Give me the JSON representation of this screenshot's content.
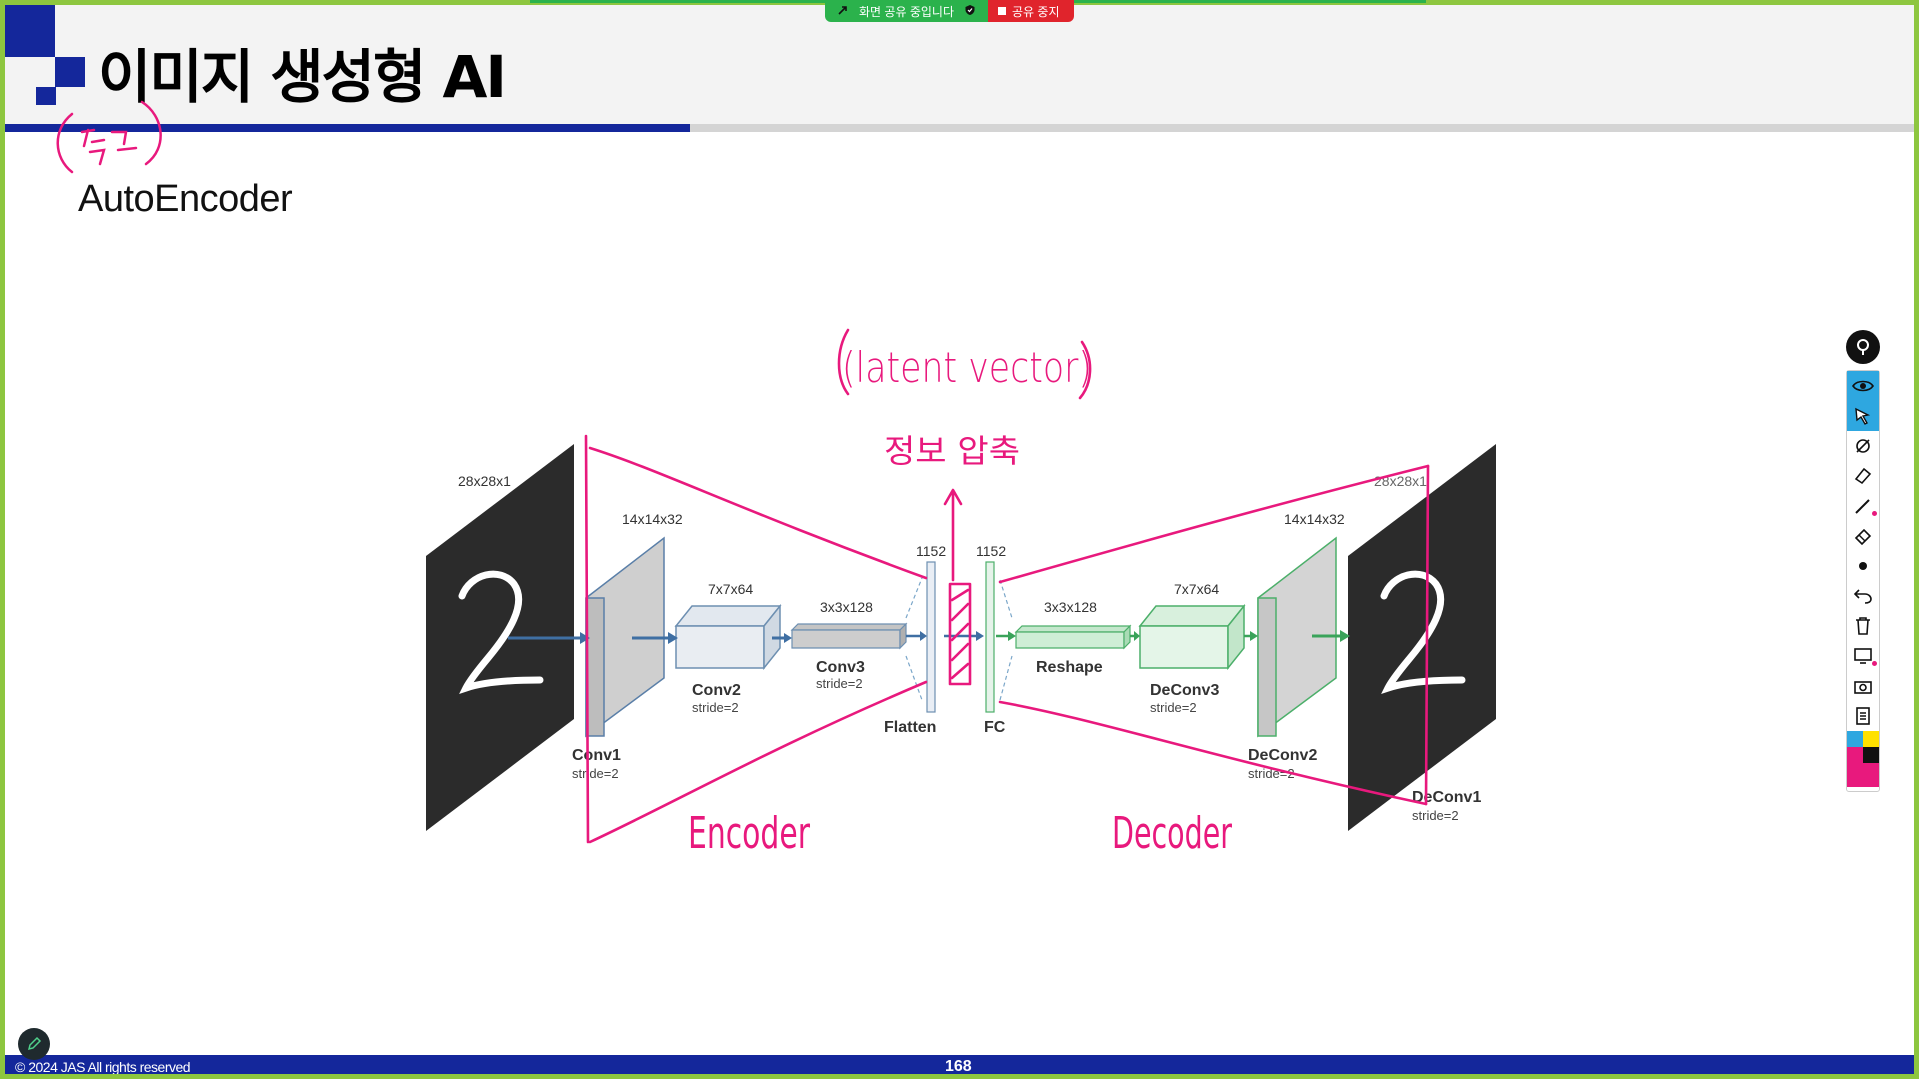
{
  "share_bar": {
    "status_label": "화면 공유 중입니다",
    "stop_label": "공유 중지",
    "colors": {
      "green": "#2bb24c",
      "red": "#e0242c"
    }
  },
  "slide": {
    "title": "이미지 생성형 AI",
    "section_title": "AutoEncoder",
    "handwritten_note": "(참고)",
    "accent_color": "#14279b",
    "frame_color": "#8dc63f"
  },
  "diagram": {
    "stages": [
      {
        "name": "",
        "shape": "28x28x1"
      },
      {
        "name": "Conv1",
        "shape": "14x14x32",
        "stride": "stride=2"
      },
      {
        "name": "Conv2",
        "shape": "7x7x64",
        "stride": "stride=2"
      },
      {
        "name": "Conv3",
        "shape": "3x3x128",
        "stride": "stride=2"
      },
      {
        "name": "Flatten",
        "shape": "1152"
      },
      {
        "name": "FC",
        "shape": "1152"
      },
      {
        "name": "Reshape",
        "shape": "3x3x128"
      },
      {
        "name": "DeConv3",
        "shape": "7x7x64",
        "stride": "stride=2"
      },
      {
        "name": "DeConv2",
        "shape": "14x14x32",
        "stride": "stride=2"
      },
      {
        "name": "DeConv1",
        "shape": "28x28x1",
        "stride": "stride=2"
      }
    ],
    "annotations": {
      "latent": "(latent vector)",
      "compress": "정보 압축",
      "encoder": "Encoder",
      "decoder": "Decoder"
    },
    "ink_color": "#e8197d"
  },
  "toolbar": {
    "tools": [
      "pin-icon",
      "eye-icon",
      "pointer-icon",
      "laser-icon",
      "highlighter-icon",
      "pen-icon",
      "eraser-icon",
      "dot-icon",
      "undo-icon",
      "trash-icon",
      "screen-icon",
      "camera-icon",
      "notes-icon"
    ],
    "palette": [
      "#2ea7e0",
      "#ffe100",
      "#e8197d",
      "#111111",
      "#e8197d",
      "#e8197d"
    ]
  },
  "footer": {
    "copyright": "© 2024 JAS  All rights reserved",
    "page_number": "168"
  }
}
